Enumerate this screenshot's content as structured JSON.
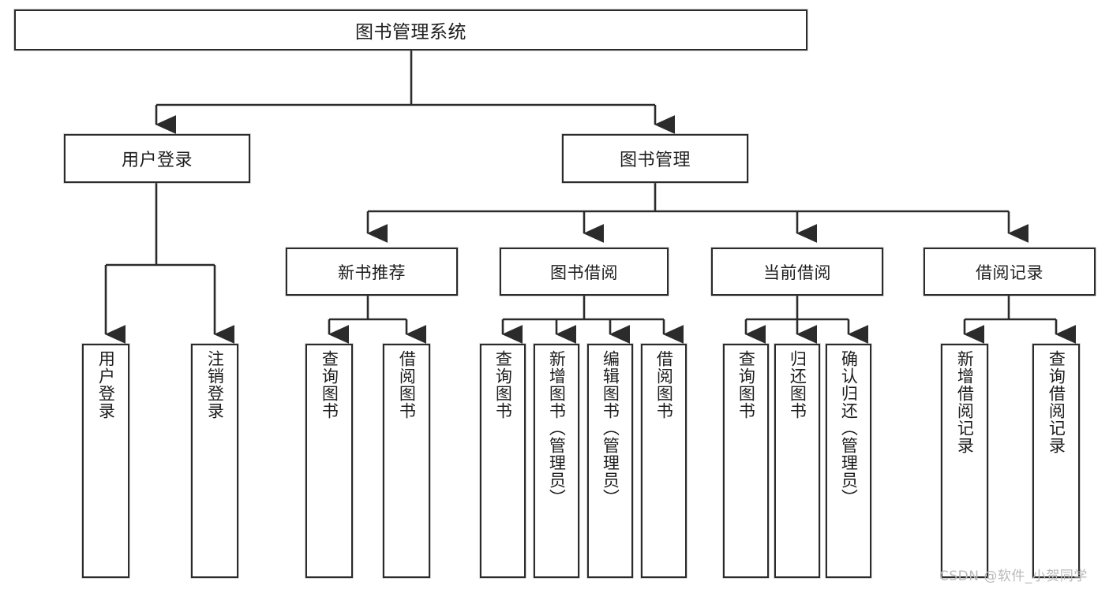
{
  "diagram": {
    "title": "图书管理系统",
    "watermark": "CSDN @软件_小贺同学",
    "colors": {
      "border": "#2b2b2b",
      "background": "#ffffff",
      "text": "#1d1d1d",
      "watermark": "#b9b9b9"
    },
    "root": {
      "label": "图书管理系统"
    },
    "level2": [
      {
        "label": "用户登录"
      },
      {
        "label": "图书管理"
      }
    ],
    "level3": [
      {
        "label": "新书推荐"
      },
      {
        "label": "图书借阅"
      },
      {
        "label": "当前借阅"
      },
      {
        "label": "借阅记录"
      }
    ],
    "leaves": {
      "user_login": [
        {
          "label": "用户登录"
        },
        {
          "label": "注销登录"
        }
      ],
      "new_book_recommend": [
        {
          "label": "查询图书"
        },
        {
          "label": "借阅图书"
        }
      ],
      "book_borrow": [
        {
          "label": "查询图书"
        },
        {
          "label": "新增图书（管理员）"
        },
        {
          "label": "编辑图书（管理员）"
        },
        {
          "label": "借阅图书"
        }
      ],
      "current_borrow": [
        {
          "label": "查询图书"
        },
        {
          "label": "归还图书"
        },
        {
          "label": "确认归还（管理员）"
        }
      ],
      "borrow_record": [
        {
          "label": "新增借阅记录"
        },
        {
          "label": "查询借阅记录"
        }
      ]
    }
  }
}
